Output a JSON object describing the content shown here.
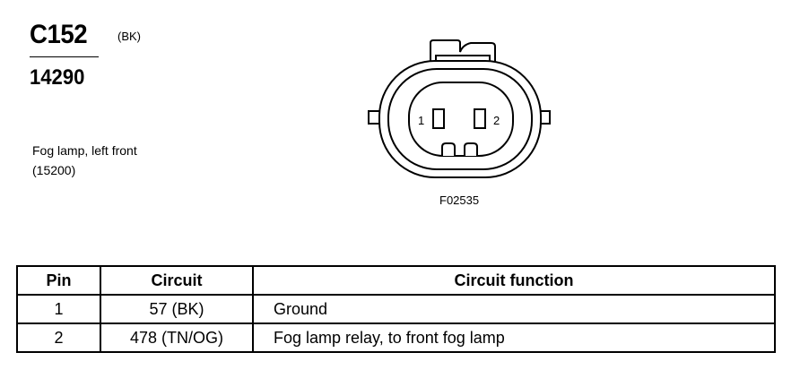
{
  "connector": {
    "id": "C152",
    "color": "(BK)",
    "part_number": "14290",
    "description_line1": "Fog lamp, left front",
    "description_line2": "(15200)",
    "pin_labels": [
      "1",
      "2"
    ],
    "figure_code": "F02535"
  },
  "table": {
    "headers": [
      "Pin",
      "Circuit",
      "Circuit function"
    ],
    "rows": [
      {
        "pin": "1",
        "circuit": "57 (BK)",
        "function": "Ground"
      },
      {
        "pin": "2",
        "circuit": "478 (TN/OG)",
        "function": "Fog lamp relay, to front fog lamp"
      }
    ]
  }
}
